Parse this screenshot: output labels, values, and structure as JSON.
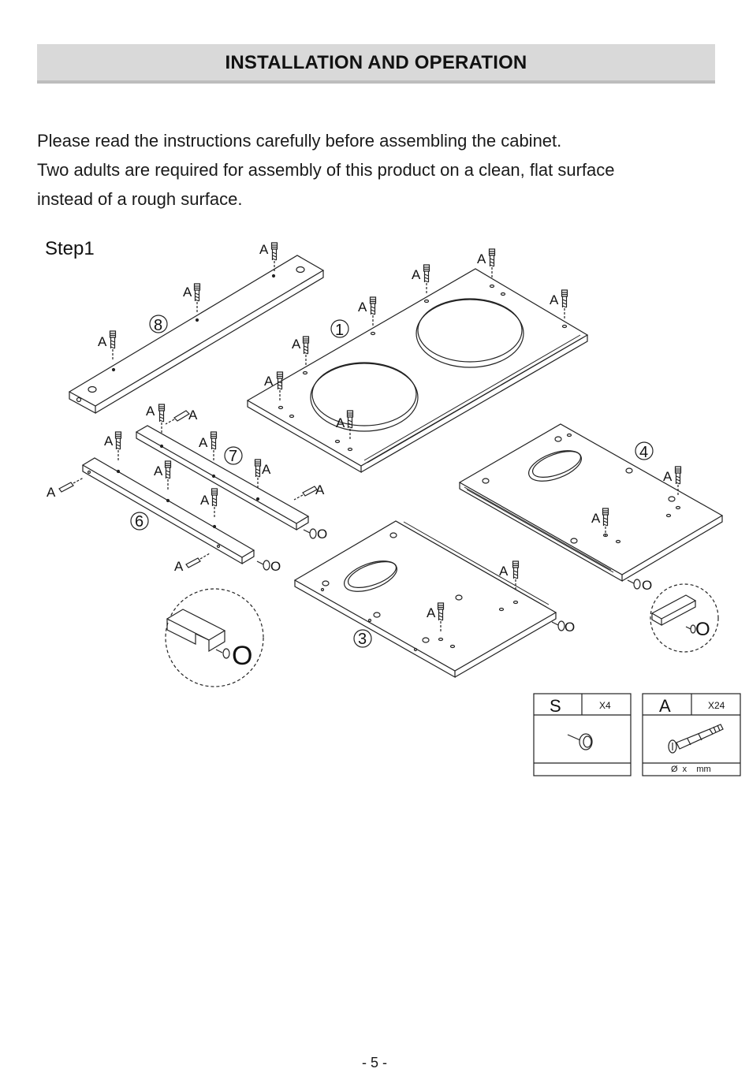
{
  "header": {
    "title": "INSTALLATION AND OPERATION"
  },
  "intro": {
    "line1": "Please read the instructions carefully before assembling the cabinet.",
    "line2": "Two adults are required for assembly of this product on a clean, flat surface",
    "line3": "instead of a rough surface."
  },
  "diagram": {
    "step_label": "Step1",
    "part_numbers": {
      "p1": "1",
      "p3": "3",
      "p4": "4",
      "p6": "6",
      "p7": "7",
      "p8": "8"
    },
    "hardware_letter_a": "A",
    "hardware_letter_o": "O"
  },
  "hardware": {
    "s": {
      "letter": "S",
      "qty": "X4"
    },
    "a": {
      "letter": "A",
      "qty": "X24",
      "spec": "Ø  x    mm"
    }
  },
  "footer": {
    "page_number": "- 5 -"
  }
}
